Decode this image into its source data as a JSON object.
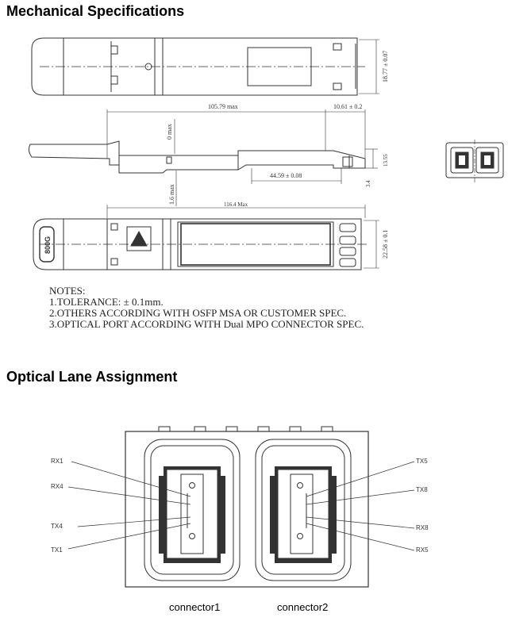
{
  "headings": {
    "mechanical": "Mechanical Specifications",
    "lanes": "Optical  Lane Assignment"
  },
  "dimensions": {
    "top_width": "18.77 ± 0.07",
    "overall_length": "105.79 max",
    "tail_length": "10.61 ± 0.2",
    "thickness_a": "0 max",
    "thickness_b": "1.6 max",
    "port_depth": "44.59 ± 0.08",
    "height": "13.55",
    "height_small": "3.4",
    "total_length": "116.4 Max",
    "bottom_width": "22.58 ± 0.1"
  },
  "module_label": "800G",
  "notes": {
    "title": "NOTES:",
    "items": [
      "1.TOLERANCE: ± 0.1mm.",
      "2.OTHERS ACCORDING WITH OSFP MSA OR CUSTOMER SPEC.",
      "3.OPTICAL PORT ACCORDING WITH Dual MPO CONNECTOR SPEC."
    ]
  },
  "lanes": {
    "connector1": {
      "label": "connector1",
      "lanes": [
        "RX1",
        "RX4",
        "TX4",
        "TX1"
      ]
    },
    "connector2": {
      "label": "connector2",
      "lanes": [
        "TX5",
        "TX8",
        "RX8",
        "RX5"
      ]
    }
  }
}
